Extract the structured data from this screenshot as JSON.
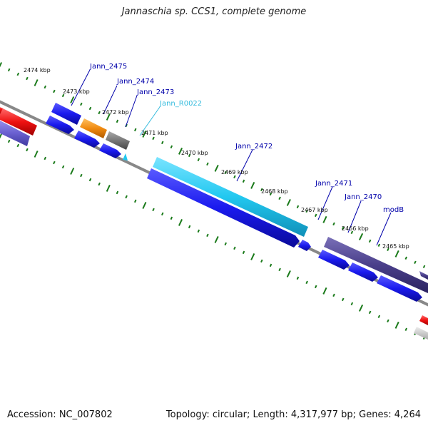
{
  "header": {
    "title": "Jannaschia sp. CCS1, complete genome"
  },
  "footer": {
    "accession": "Accession: NC_007802",
    "summary": "Topology: circular; Length: 4,317,977 bp; Genes: 4,264"
  },
  "scale_labels": [
    "2474 kbp",
    "2473 kbp",
    "2472 kbp",
    "2471 kbp",
    "2470 kbp",
    "2469 kbp",
    "2468 kbp",
    "2467 kbp",
    "2466 kbp",
    "2465 kbp"
  ],
  "gene_labels": [
    {
      "name": "Jann_2475",
      "color": "#0000aa"
    },
    {
      "name": "Jann_2474",
      "color": "#0000aa"
    },
    {
      "name": "Jann_2473",
      "color": "#0000aa"
    },
    {
      "name": "Jann_R0022",
      "color": "#33bbdd"
    },
    {
      "name": "Jann_2472",
      "color": "#0000aa"
    },
    {
      "name": "Jann_2471",
      "color": "#0000aa"
    },
    {
      "name": "Jann_2470",
      "color": "#0000aa"
    },
    {
      "name": "modB",
      "color": "#0000aa"
    }
  ],
  "colors": {
    "cds": "#1a1aee",
    "rna": "#22c8f0",
    "orange": "#f08a10",
    "gray_feature": "#777777",
    "dark_purple": "#4a3f8a",
    "red": "#ee1111",
    "light_purple": "#6a60d0",
    "backbone": "#888888",
    "tick": "#1a7a1a"
  }
}
